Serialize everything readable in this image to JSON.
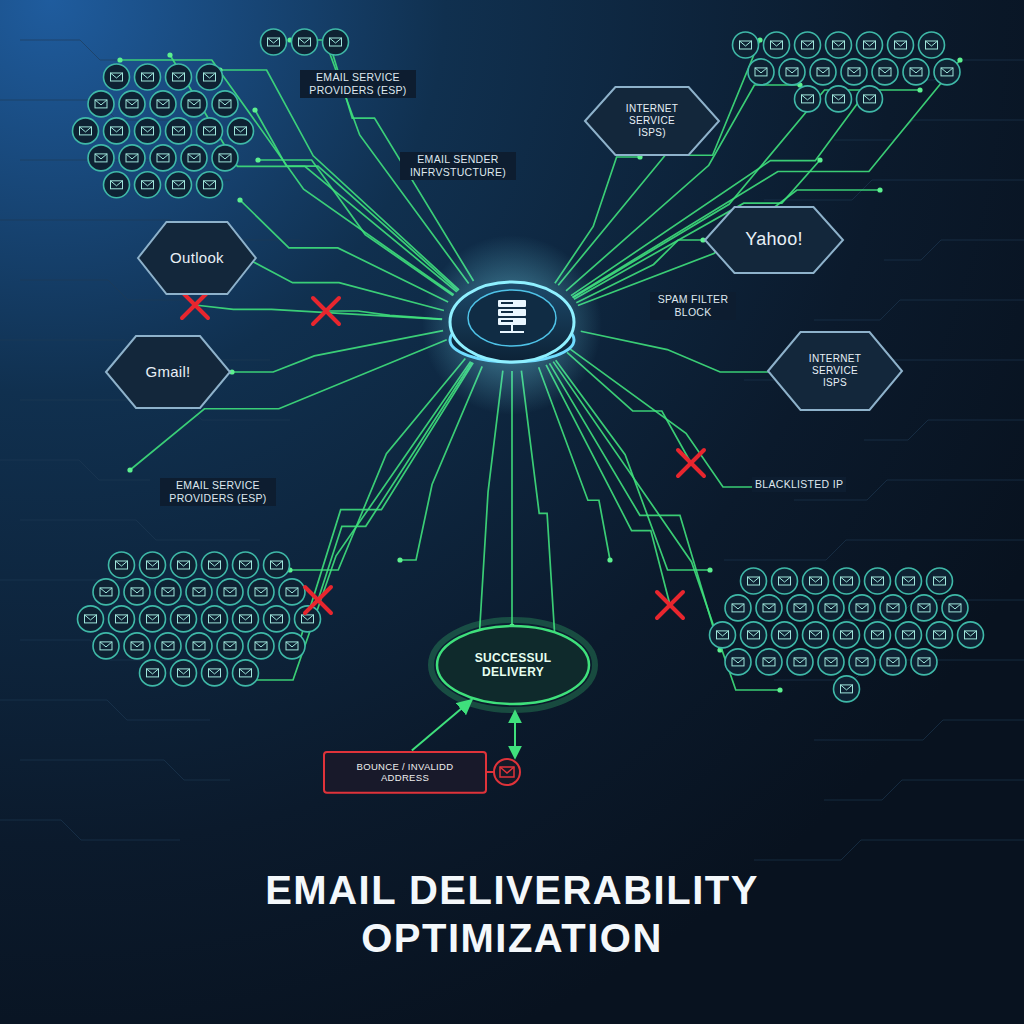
{
  "diagram": {
    "title": "EMAIL DELIVERABILITY OPTIMIZATION",
    "nodes": [
      {
        "text": [
          "INTERNET SERVICE ISPS)"
        ]
      },
      {
        "text": [
          "Outlook"
        ]
      },
      {
        "text": [
          "Yahoo!"
        ]
      },
      {
        "text": [
          "Gmail!"
        ]
      },
      {
        "text": [
          "INTERNET SERVICE ISPS"
        ]
      },
      {
        "text": [
          "SUCCESSUL DELIVERY"
        ]
      },
      {
        "text": [
          "BOUNCE / INVALIDD ADDRESS"
        ]
      }
    ],
    "edges": [
      {
        "from": 6,
        "to": 5,
        "arrow": "to"
      }
    ],
    "labels": [
      "EMAIL SERVICE PROVIDERS (ESP)",
      "EMAIL SENDER INFRVSTUCTURE)",
      "SPAM FILTER BLOCK",
      "EMAIL SERVICE PROVIDERS (ESP)",
      "BLACKLISTED IP"
    ]
  }
}
